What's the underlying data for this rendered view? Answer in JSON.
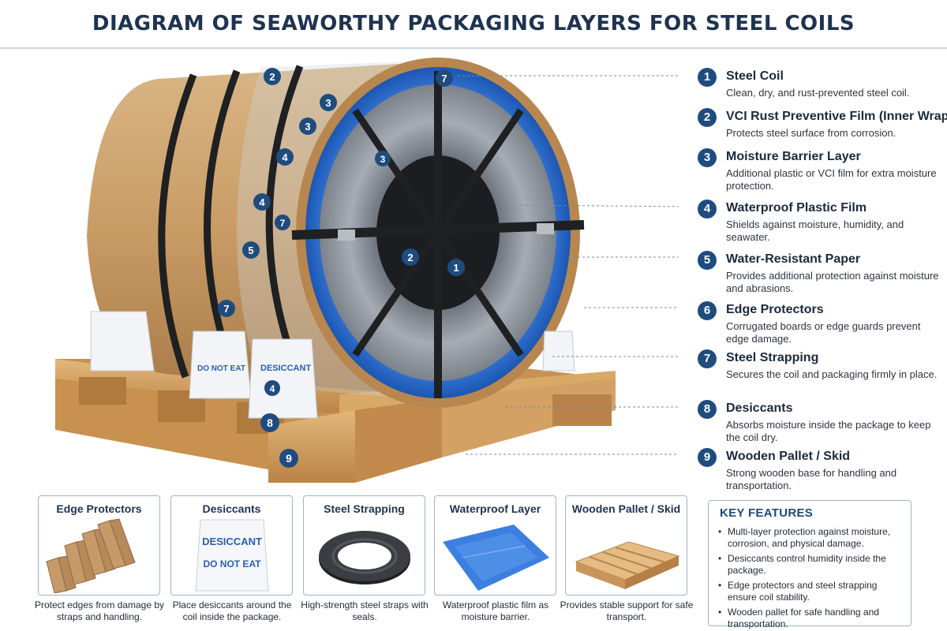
{
  "title": "DIAGRAM OF SEAWORTHY PACKAGING LAYERS FOR STEEL COILS",
  "legend": [
    {
      "number": "1",
      "title": "Steel Coil",
      "description": "Clean, dry, and rust-prevented steel coil."
    },
    {
      "number": "2",
      "title": "VCI Rust Preventive Film (Inner Wrap)",
      "description": "Protects steel surface from corrosion."
    },
    {
      "number": "3",
      "title": "Moisture Barrier Layer",
      "description": "Additional plastic or VCI film for extra moisture protection."
    },
    {
      "number": "4",
      "title": "Waterproof Plastic Film",
      "description": "Shields against moisture, humidity, and seawater."
    },
    {
      "number": "5",
      "title": "Water-Resistant Paper",
      "description": "Provides additional protection against moisture and abrasions."
    },
    {
      "number": "6",
      "title": "Edge Protectors",
      "description": "Corrugated boards or edge guards prevent edge damage."
    },
    {
      "number": "7",
      "title": "Steel Strapping",
      "description": "Secures the coil and packaging firmly in place."
    },
    {
      "number": "8",
      "title": "Desiccants",
      "description": "Absorbs moisture inside the package to keep the coil dry."
    },
    {
      "number": "9",
      "title": "Wooden Pallet / Skid",
      "description": "Strong wooden base for handling and transportation."
    }
  ],
  "illustration_markers": [
    "2",
    "7",
    "3",
    "3",
    "4",
    "4",
    "7",
    "5",
    "3",
    "2",
    "1",
    "7",
    "4",
    "8",
    "9"
  ],
  "desiccant_bag_text": [
    "DESICCANT",
    "DO NOT EAT"
  ],
  "cards": [
    {
      "title": "Edge Protectors",
      "icon": "edge-protectors-image",
      "caption": "Protect edges from damage by straps and handling."
    },
    {
      "title": "Desiccants",
      "icon": "desiccant-bag-image",
      "caption": "Place desiccants around the coil inside the package."
    },
    {
      "title": "Steel Strapping",
      "icon": "steel-strap-roll-image",
      "caption": "High-strength steel straps with seals."
    },
    {
      "title": "Waterproof Layer",
      "icon": "waterproof-film-image",
      "caption": "Waterproof plastic film as moisture barrier."
    },
    {
      "title": "Wooden Pallet / Skid",
      "icon": "wooden-pallet-image",
      "caption": "Provides stable support for safe transport."
    }
  ],
  "key_features": {
    "title": "KEY FEATURES",
    "items": [
      "Multi-layer protection against moisture, corrosion, and physical damage.",
      "Desiccants control humidity inside the package.",
      "Edge protectors and steel strapping ensure coil stability.",
      "Wooden pallet for safe handling and transportation."
    ]
  },
  "colors": {
    "title": "#1e3350",
    "badge": "#1f4c7e",
    "coil_blue": "#2f73d6",
    "steel": "#8b939c",
    "paper": "#c9a06e",
    "wood": "#d7a868",
    "border": "#9fb3c8"
  }
}
